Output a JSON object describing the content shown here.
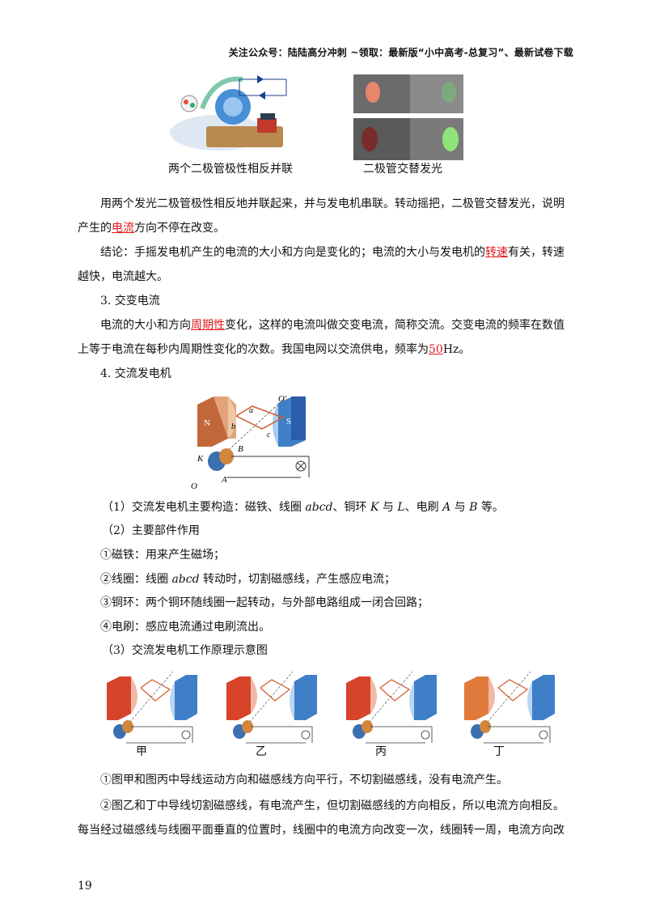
{
  "header": "关注公众号：陆陆高分冲刺  ~领取：最新版“小中高考-总复习”、最新试卷下载",
  "figures_top": {
    "left_caption": "两个二极管极性相反并联",
    "right_caption": "二极管交替发光"
  },
  "para1": {
    "pre": "用两个发光二极管极性相反地并联起来，并与发电机串联。转动摇把，二极管交替发光，说明产生的",
    "blank": "电流",
    "post": "方向不停在改变。"
  },
  "para2": {
    "pre": "结论：手摇发电机产生的电流的大小和方向是变化的；电流的大小与发电机的",
    "blank": "转速",
    "post": "有关，转速越快，电流越大。"
  },
  "section3_title": "3. 交变电流",
  "para3": {
    "pre": "电流的大小和方向",
    "blank1": "周期性",
    "mid": "变化，这样的电流叫做交变电流，简称交流。交变电流的频率在数值上等于电流在每秒内周期性变化的次数。我国电网以交流供电，频率为",
    "blank2": "50",
    "post": "Hz。"
  },
  "section4_title": "4. 交流发电机",
  "generator_labels": {
    "N": "N",
    "S": "S",
    "a": "a",
    "b": "b",
    "c": "c",
    "O_prime": "O′",
    "O": "O",
    "K": "K",
    "A": "A",
    "B": "B"
  },
  "item1": {
    "pre": "（1）交流发电机主要构造：磁铁、线圈 ",
    "abcd": "abcd",
    "mid": "、铜环 ",
    "K": "K",
    "mid2": " 与 ",
    "L": "L",
    "mid3": "、电刷 ",
    "A": "A",
    "mid4": " 与 ",
    "B": "B",
    "post": " 等。"
  },
  "item2": "（2）主要部件作用",
  "part1": "①磁铁：用来产生磁场；",
  "part2": {
    "pre": "②线圈：线圈 ",
    "abcd": "abcd",
    "post": " 转动时，切割磁感线，产生感应电流；"
  },
  "part3": "③铜环：两个铜环随线圈一起转动，与外部电路组成一闭合回路；",
  "part4": "④电刷：感应电流通过电刷流出。",
  "item3": "（3）交流发电机工作原理示意图",
  "diagram_captions": [
    "甲",
    "乙",
    "丙",
    "丁"
  ],
  "conclusion1": "①图甲和图丙中导线运动方向和磁感线方向平行，不切割磁感线，没有电流产生。",
  "conclusion2": "②图乙和丁中导线切割磁感线，有电流产生，但切割磁感线的方向相反，所以电流方向相反。每当经过磁感线与线圈平面垂直的位置时，线圈中的电流方向改变一次，线圈转一周，电流方向改",
  "page_number": "19"
}
